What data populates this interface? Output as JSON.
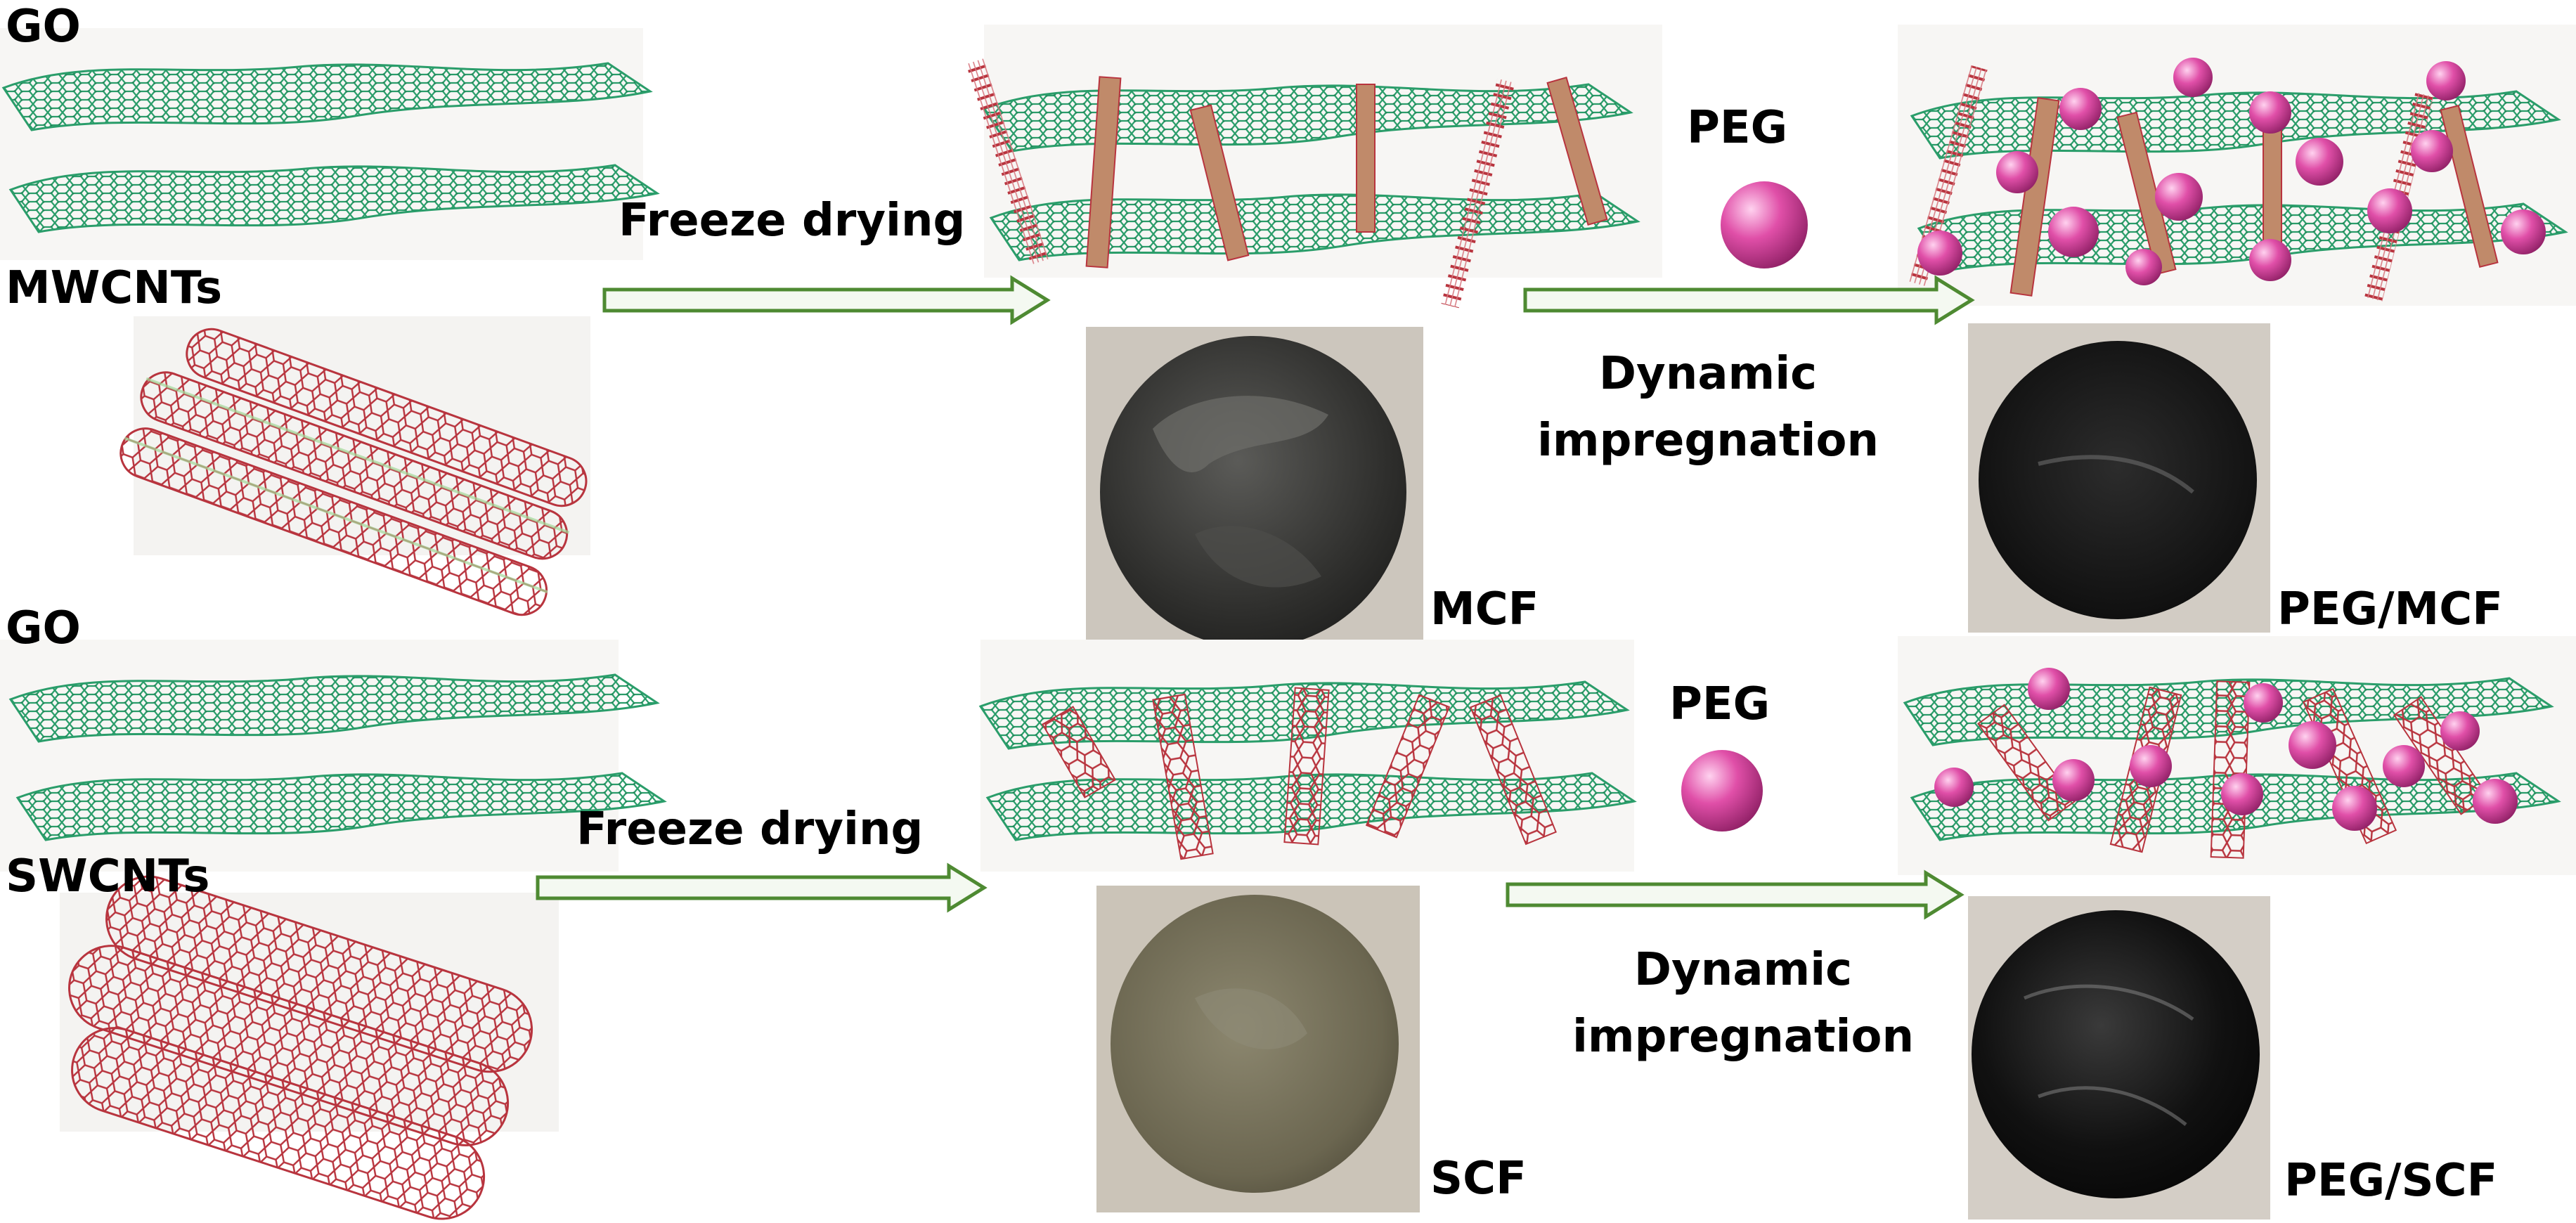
{
  "labels": {
    "go_top": "GO",
    "mwcnts": "MWCNTs",
    "freeze_top": "Freeze drying",
    "peg_top": "PEG",
    "dynamic_top_1": "Dynamic",
    "dynamic_top_2": "impregnation",
    "mcf": "MCF",
    "peg_mcf": "PEG/MCF",
    "go_bottom": "GO",
    "swcnts": "SWCNTs",
    "freeze_bottom": "Freeze drying",
    "peg_bottom": "PEG",
    "dynamic_bottom_1": "Dynamic",
    "dynamic_bottom_2": "impregnation",
    "scf": "SCF",
    "peg_scf": "PEG/SCF"
  },
  "colors": {
    "graphene": "#2a9d6a",
    "graphene_light": "#c8ecd8",
    "nanotube": "#b8343e",
    "peg_sphere": "#e04fa8",
    "arrow": "#4e8a32",
    "arrow_fill": "#f4f9f1",
    "photo_bg": "#ccc6bd",
    "mcf_sample": "#2e2e2c",
    "peg_mcf_sample": "#141414",
    "scf_sample": "#6b6650",
    "peg_scf_sample": "#0d0d0d"
  },
  "icons": [
    "graphene-sheet-icon",
    "nanotube-icon",
    "peg-sphere-icon",
    "arrow-icon"
  ]
}
